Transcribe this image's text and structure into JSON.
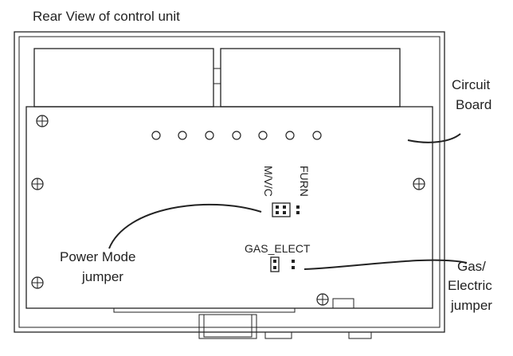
{
  "title": "Rear View of control unit",
  "labels": {
    "circuit_board": [
      "Circuit",
      "Board"
    ],
    "power_mode_jumper": [
      "Power Mode",
      "jumper"
    ],
    "gas_electric_jumper": [
      "Gas/",
      "Electric",
      "jumper"
    ],
    "mvc": "M/V/C",
    "furn": "FURN",
    "gas_elect": "GAS_ELECT"
  }
}
